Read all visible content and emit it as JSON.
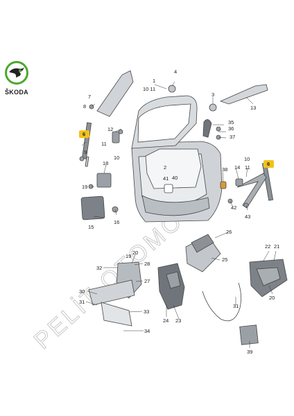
{
  "brand": {
    "name": "ŠKODA",
    "color": "#4ba82e"
  },
  "watermark": {
    "text": "PELİT OTOMOTİV"
  },
  "highlight_color": "#f2c21a",
  "callouts": {
    "c1": "1",
    "c2": "2",
    "c3": "3",
    "c4": "4",
    "c6a": "6",
    "c6b": "6",
    "c7": "7",
    "c8": "8",
    "c10a": "10 11",
    "c10b": "10",
    "c10c": "10",
    "c11": "11",
    "c12": "12",
    "c13": "13",
    "c14": "14",
    "c15": "15",
    "c16": "16",
    "c18": "18",
    "c19": "19",
    "c20a": "20",
    "c20b": "20",
    "c21": "21",
    "c22": "22",
    "c23": "23",
    "c24": "24",
    "c25": "25",
    "c26": "26",
    "c27": "27",
    "c28": "28",
    "c30": "30",
    "c31a": "31",
    "c31b": "31",
    "c32": "32",
    "c33": "33",
    "c34": "34",
    "c35": "35",
    "c36": "36",
    "c37": "37",
    "c38": "38",
    "c39": "39",
    "c40": "40",
    "c41": "41",
    "c42": "42",
    "c43": "43",
    "c9": "9"
  }
}
